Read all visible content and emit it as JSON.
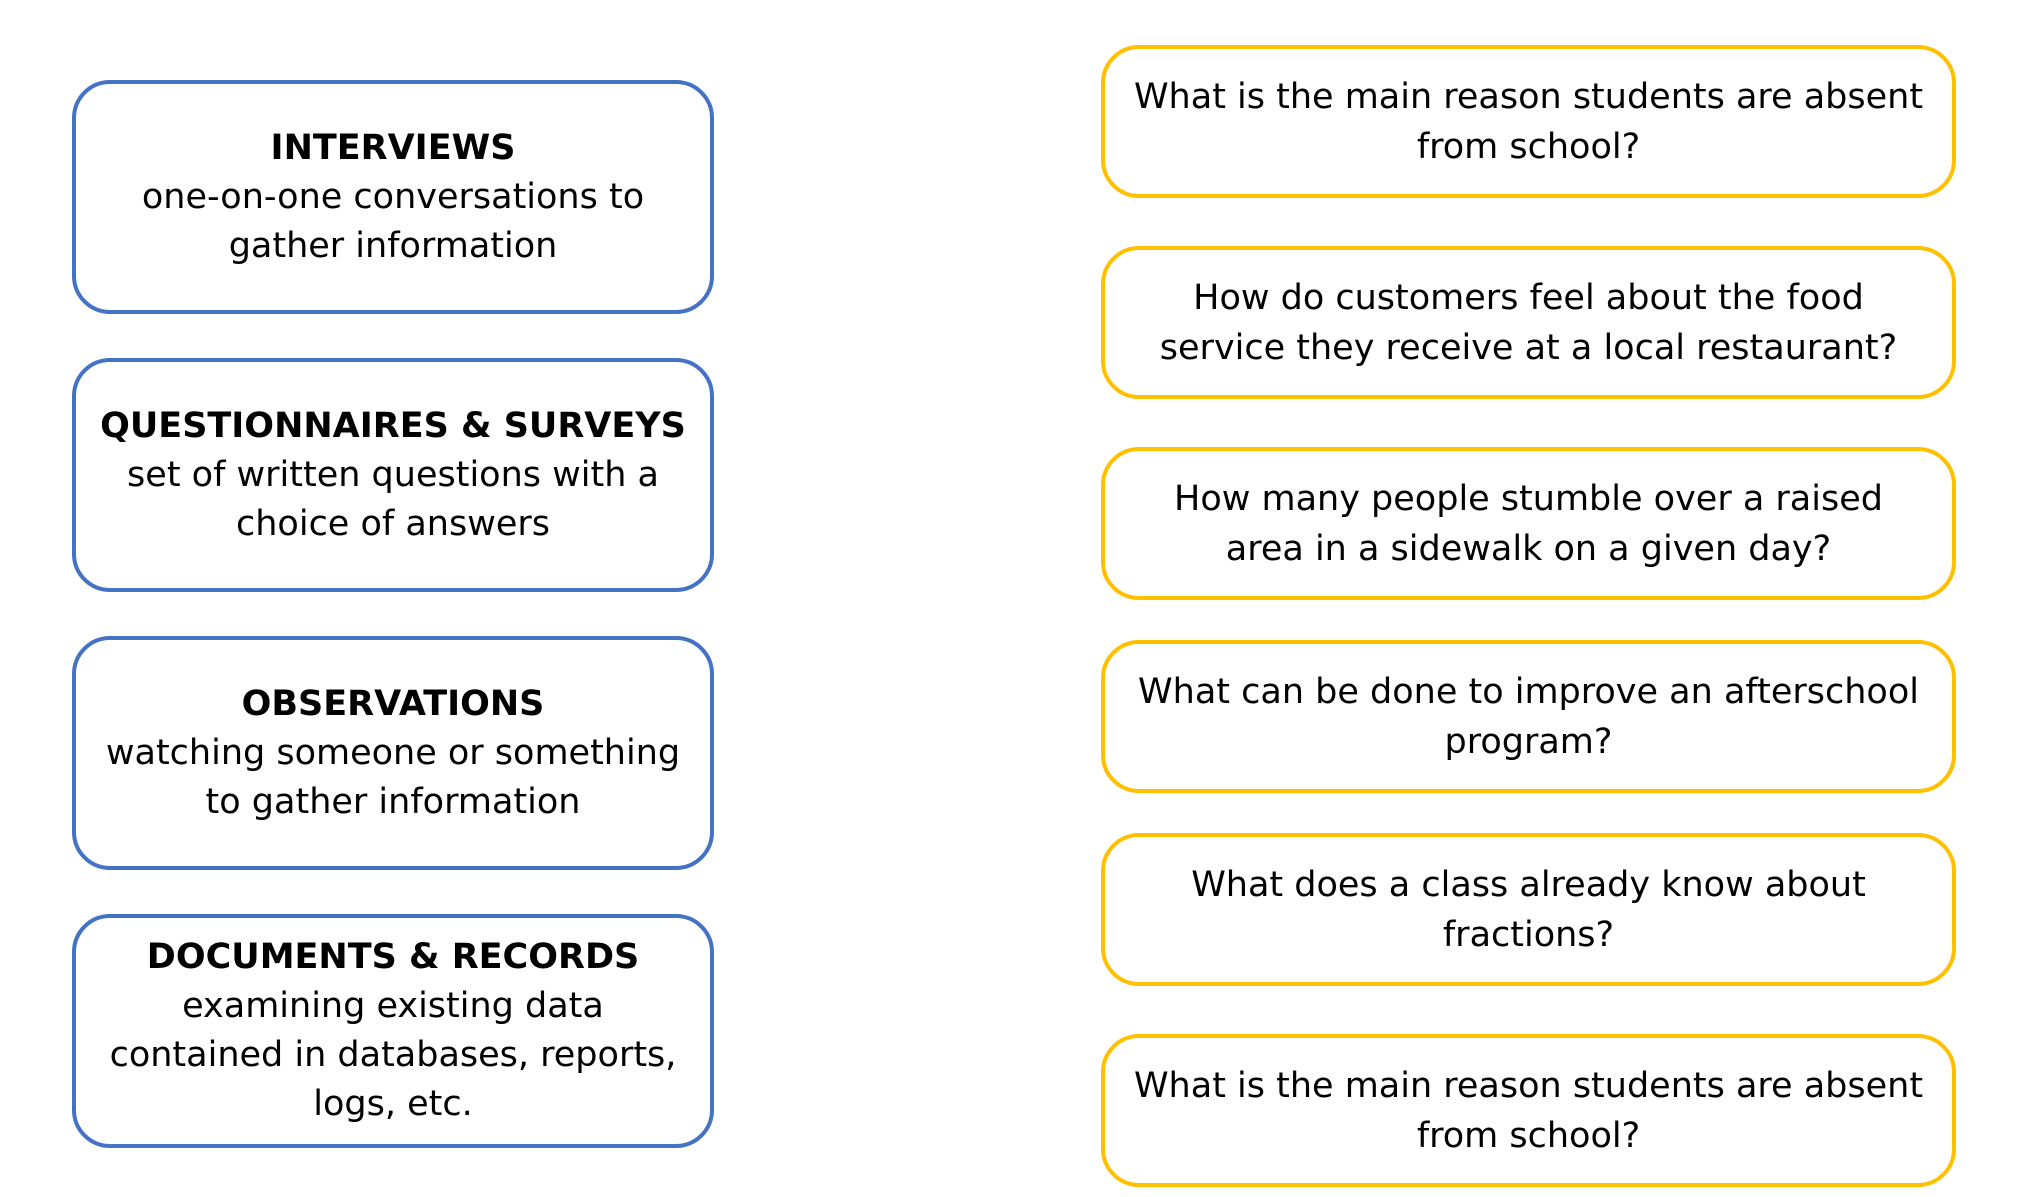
{
  "diagram": {
    "methods": [
      {
        "title": "INTERVIEWS",
        "description": "one-on-one conversations to gather information"
      },
      {
        "title": "QUESTIONNAIRES & SURVEYS",
        "description": "set of written questions with a choice of answers"
      },
      {
        "title": "OBSERVATIONS",
        "description": "watching someone or something to gather information"
      },
      {
        "title": "DOCUMENTS & RECORDS",
        "description": "examining existing data contained in databases, reports, logs, etc."
      }
    ],
    "questions": [
      "What is the main reason students are absent from school?",
      "How do customers feel about the food service they receive at a local restaurant?",
      "How many people stumble over a raised area in a sidewalk on a given day?",
      "What can be done to improve an afterschool program?",
      "What does a class already know about fractions?",
      "What is the main reason students are absent from school?"
    ],
    "colors": {
      "method_border": "#4472C4",
      "question_border": "#FFC000",
      "background": "#FFFFFF",
      "text": "#000000"
    }
  }
}
